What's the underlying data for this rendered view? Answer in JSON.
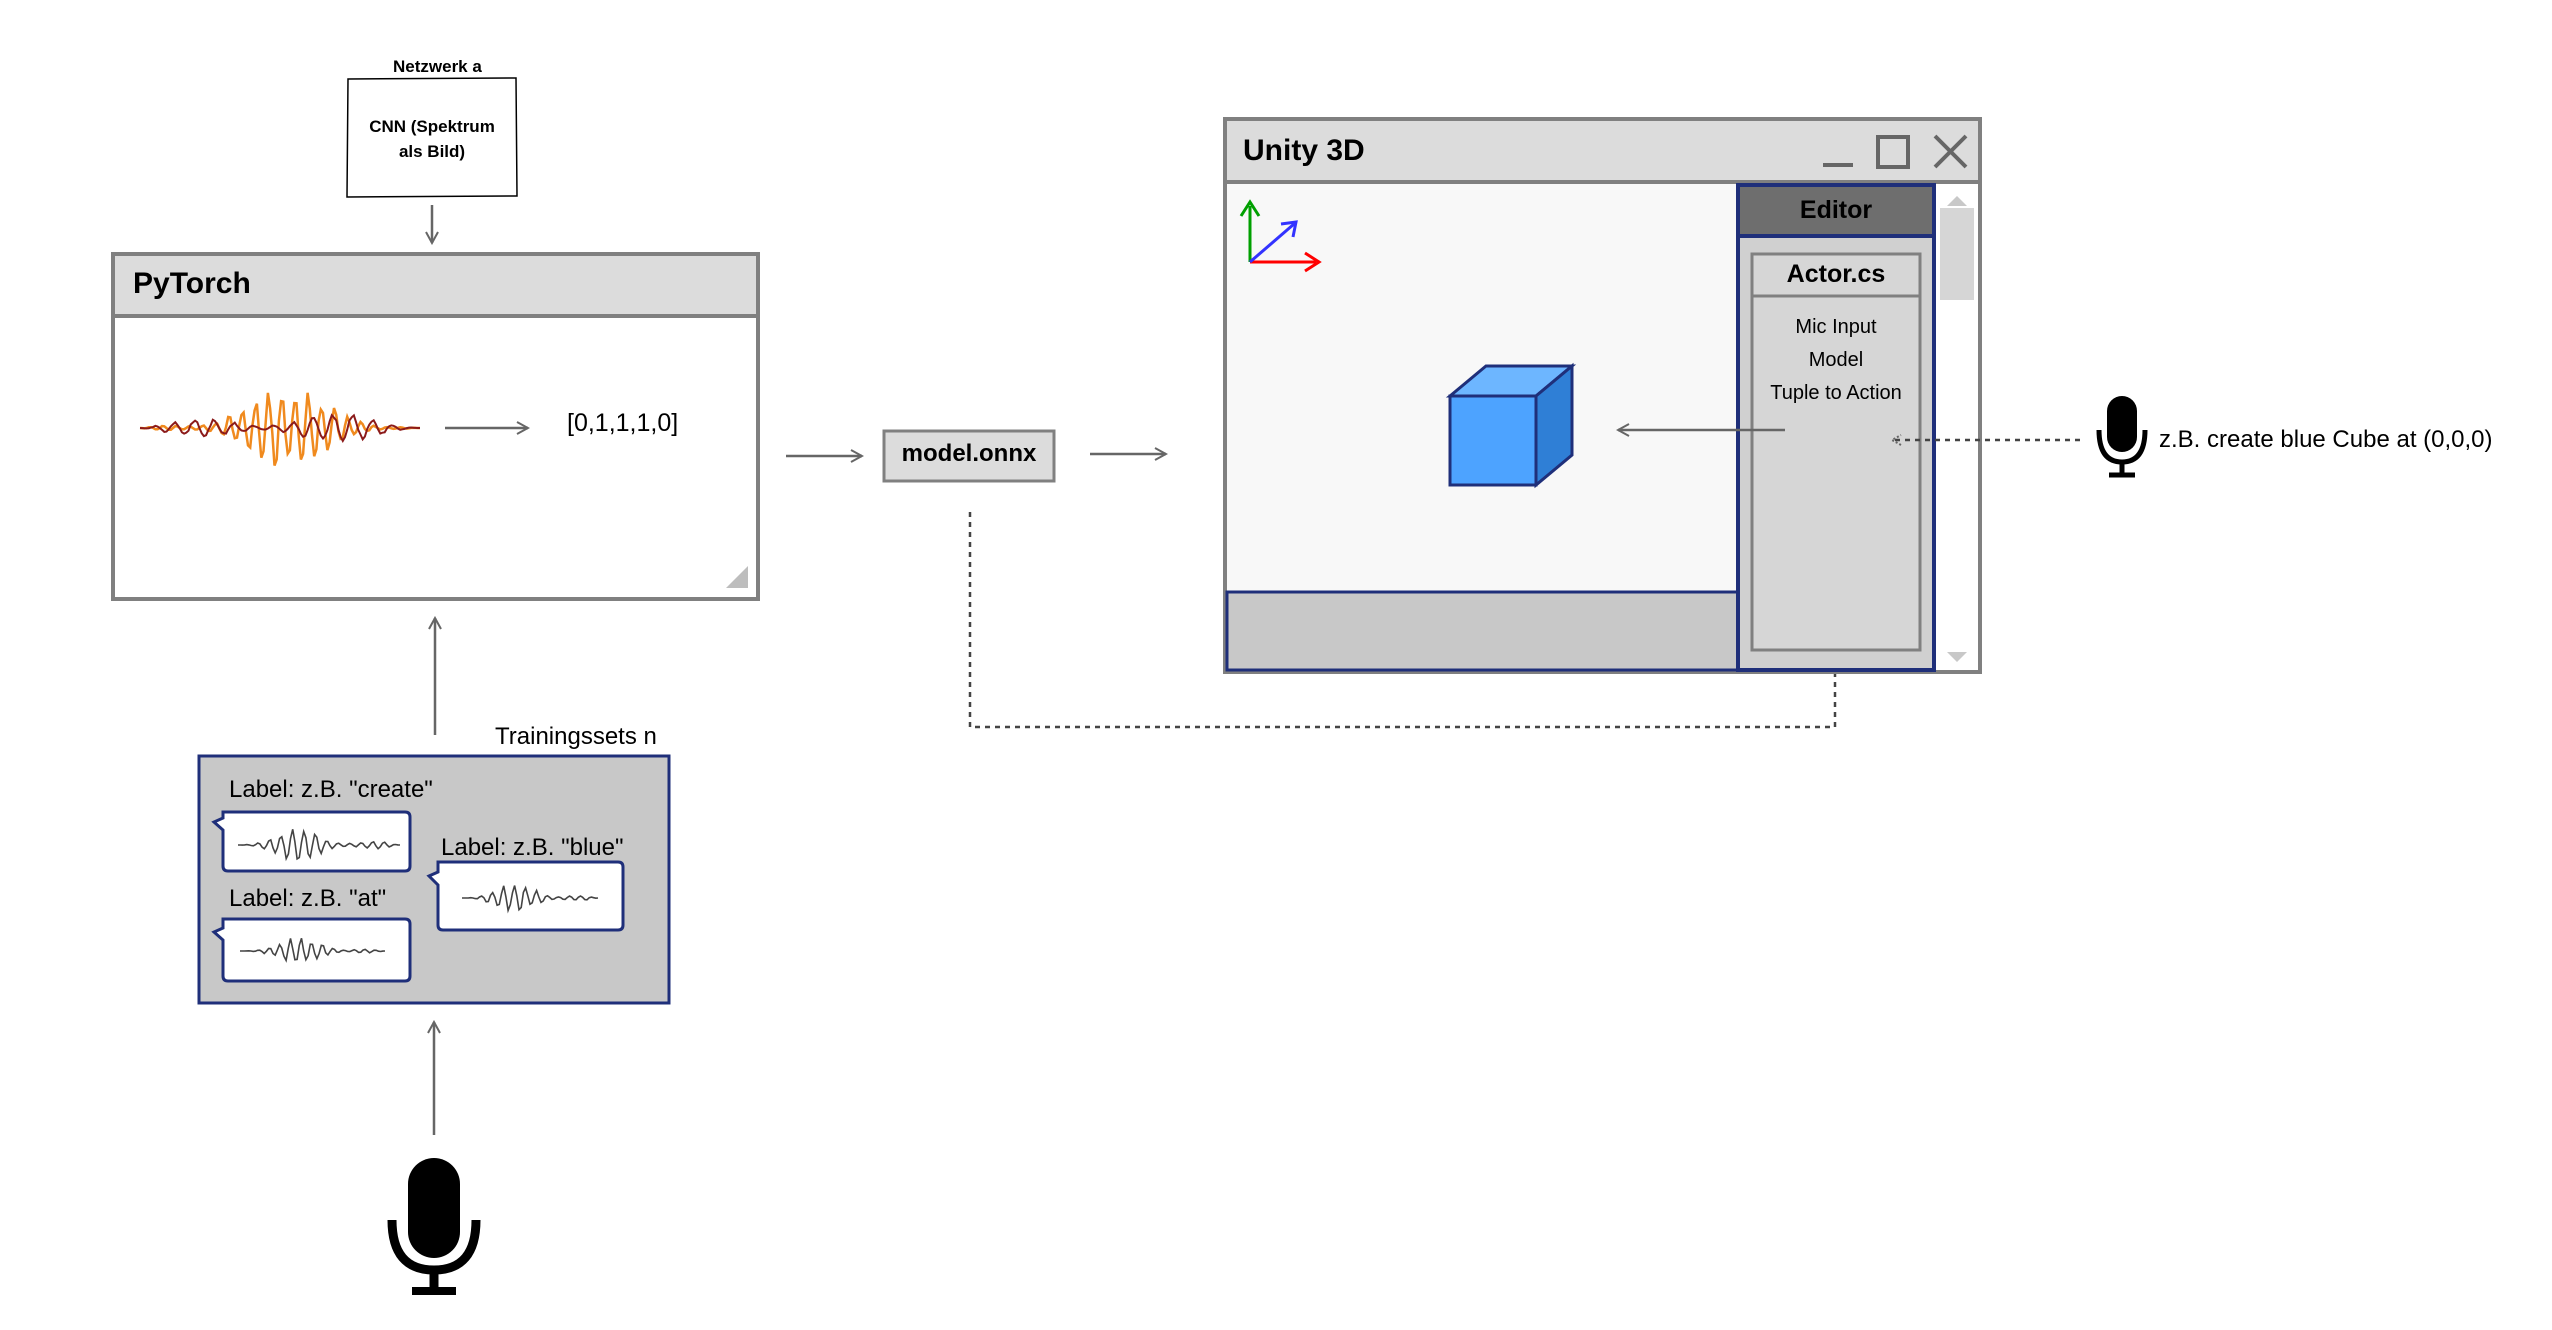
{
  "network_note": {
    "title": "Netzwerk a",
    "lines": [
      "CNN (Spektrum",
      "als Bild)"
    ]
  },
  "pytorch": {
    "title": "PyTorch",
    "output": "[0,1,1,1,0]"
  },
  "model_file": {
    "label": "model.onnx"
  },
  "unity": {
    "title": "Unity 3D",
    "editor": {
      "title": "Editor",
      "script": {
        "title": "Actor.cs",
        "lines": [
          "Mic Input",
          "Model",
          "Tuple to Action"
        ]
      }
    }
  },
  "voice_command": {
    "example": "z.B. create blue Cube at (0,0,0)"
  },
  "training": {
    "title": "Trainingssets n",
    "labels": [
      "Label: z.B. \"create\"",
      "Label: z.B. \"blue\"",
      "Label: z.B. \"at\""
    ]
  },
  "colors": {
    "panel_border": "#808080",
    "panel_header": "#dcdcdc",
    "navy_border": "#1f2f7a",
    "cube_face": "#4da3ff",
    "cube_side": "#2f7fd6",
    "axis_x": "#ff0000",
    "axis_y": "#00a000",
    "axis_z": "#3333ff"
  },
  "icons": [
    "microphone-icon",
    "minimize-icon",
    "maximize-icon",
    "close-icon",
    "resize-grip-icon"
  ]
}
